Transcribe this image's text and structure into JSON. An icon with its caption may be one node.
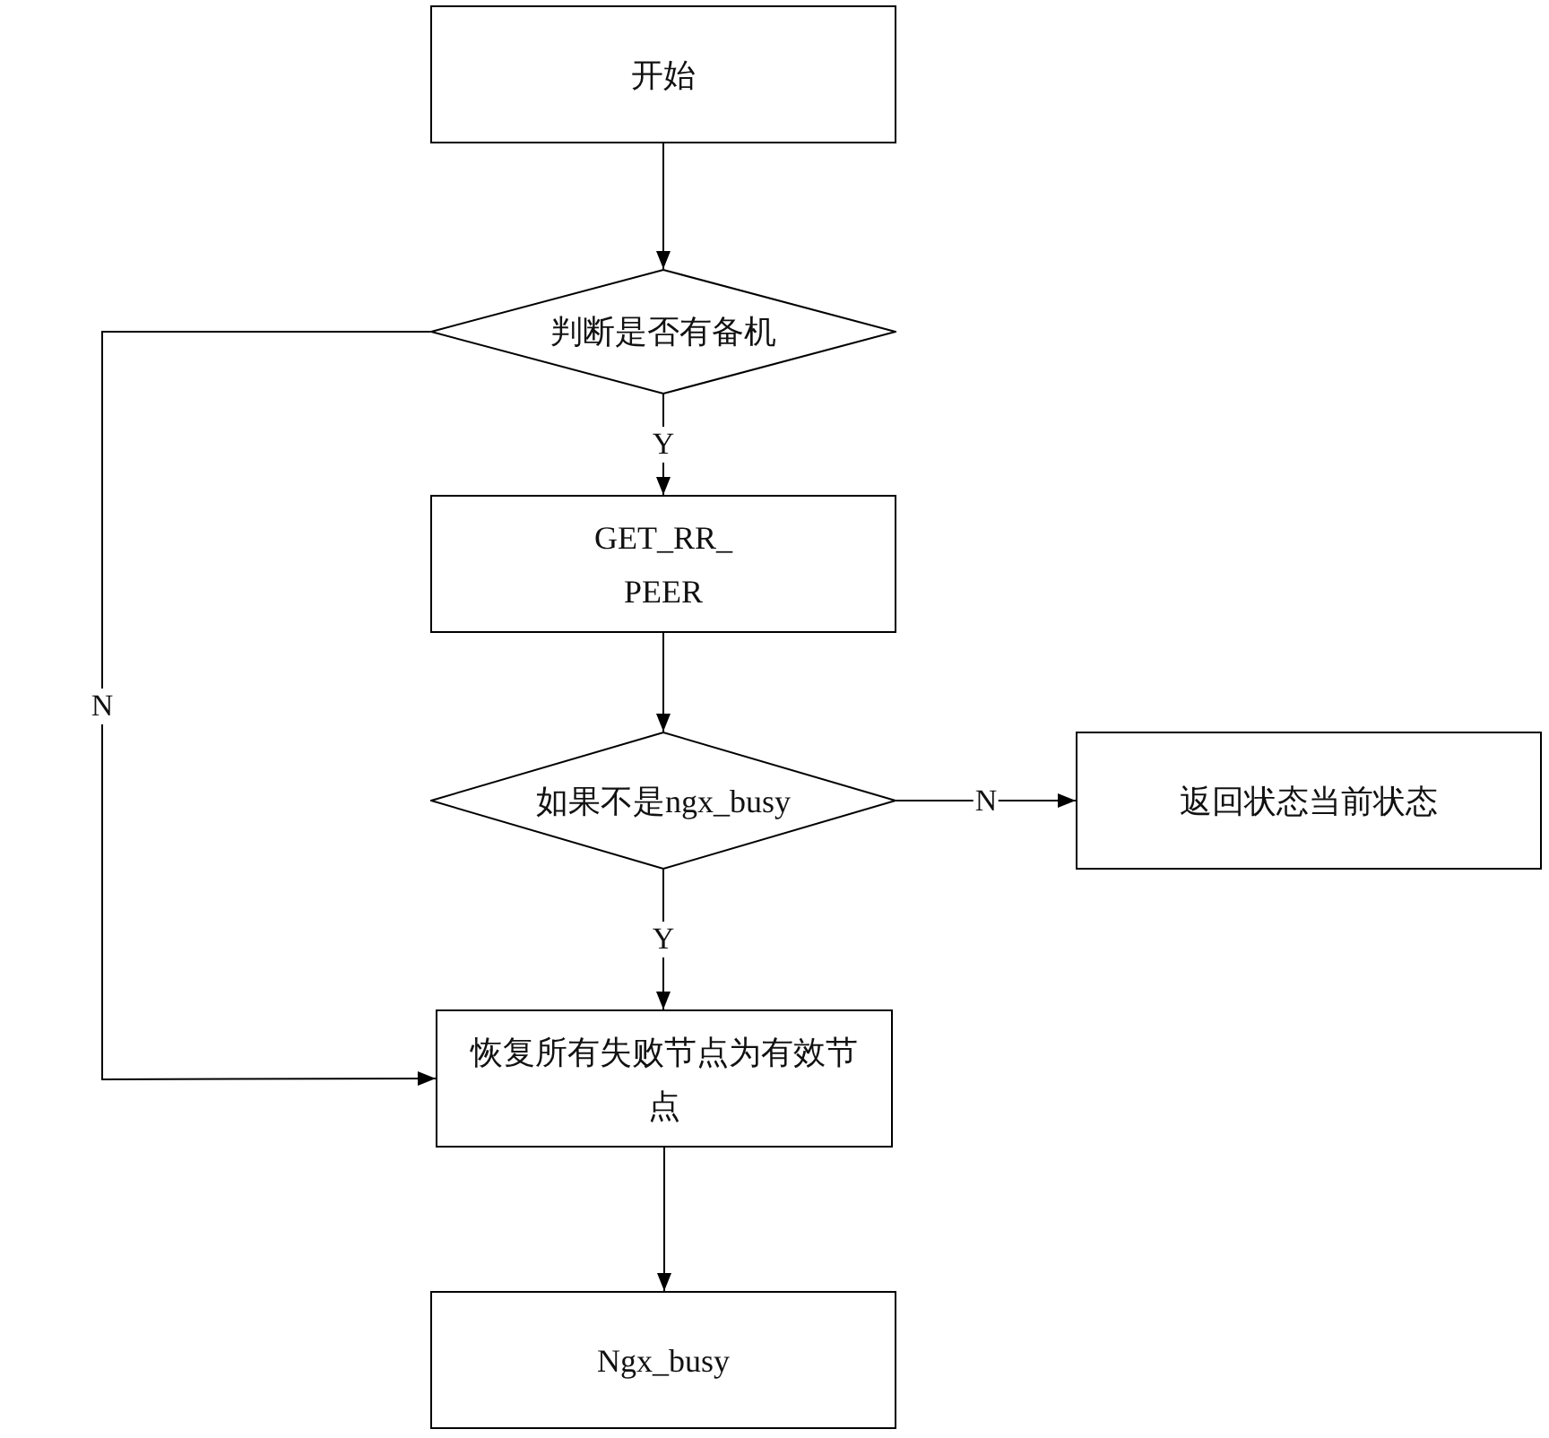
{
  "diagram": {
    "nodes": [
      {
        "text": [
          "开始"
        ]
      },
      {
        "text": [
          "判断是否有备机"
        ]
      },
      {
        "text": [
          "GET_RR_ PEER"
        ]
      },
      {
        "text": [
          "如果不是ngx_busy"
        ]
      },
      {
        "text": [
          "返回状态当前状态"
        ]
      },
      {
        "text": [
          "恢复所有失败节点为有效节点"
        ]
      },
      {
        "text": [
          "Ngx_busy"
        ]
      }
    ],
    "edges": [
      {
        "from": 0,
        "to": 1,
        "arrow": "to"
      },
      {
        "from": 1,
        "to": 5,
        "arrow": "to",
        "label": "N"
      },
      {
        "from": 1,
        "to": 2,
        "arrow": "to",
        "label": "Y"
      },
      {
        "from": 2,
        "to": 3,
        "arrow": "to"
      },
      {
        "from": 3,
        "to": 4,
        "arrow": "to",
        "label": "N"
      },
      {
        "from": 3,
        "to": 5,
        "arrow": "to",
        "label": "Y"
      },
      {
        "from": 5,
        "to": 6,
        "arrow": "to"
      }
    ]
  }
}
